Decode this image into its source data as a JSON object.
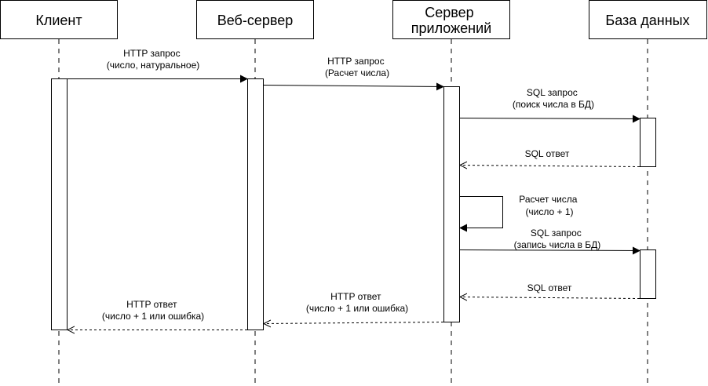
{
  "actors": {
    "client": [
      "Клиент"
    ],
    "webserver": [
      "Веб-сервер"
    ],
    "appserver": [
      "Сервер",
      "приложений"
    ],
    "db": [
      "База данных"
    ]
  },
  "messages": {
    "m1": [
      "HTTP запрос",
      "(число, натуральное)"
    ],
    "m2": [
      "HTTP запрос",
      "(Расчет числа)"
    ],
    "m3": [
      "SQL запрос",
      "(поиск числа в БД)"
    ],
    "m4": [
      "SQL ответ"
    ],
    "m5": [
      "Расчет числа",
      "(число + 1)"
    ],
    "m6": [
      "SQL запрос",
      "(запись числа в БД)"
    ],
    "m7": [
      "SQL ответ"
    ],
    "m8": [
      "HTTP ответ",
      "(число + 1 или ошибка)"
    ],
    "m9": [
      "HTTP ответ",
      "(число + 1 или ошибка)"
    ]
  }
}
